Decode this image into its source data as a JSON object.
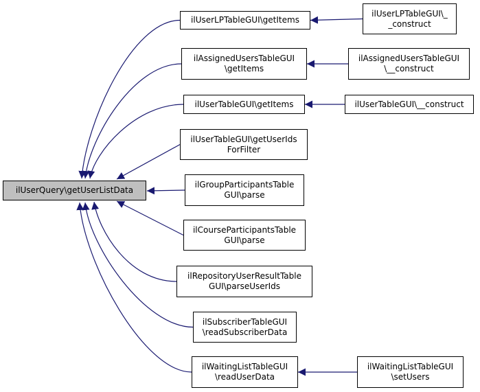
{
  "root": {
    "label": "ilUserQuery\\getUserListData"
  },
  "callers": [
    {
      "id": "lp_getitems",
      "label": "ilUserLPTableGUI\\getItems"
    },
    {
      "id": "assigned_getitems",
      "label": "ilAssignedUsersTableGUI\n\\getItems"
    },
    {
      "id": "user_getitems",
      "label": "ilUserTableGUI\\getItems"
    },
    {
      "id": "user_getuserids",
      "label": "ilUserTableGUI\\getUserIds\nForFilter"
    },
    {
      "id": "group_parse",
      "label": "ilGroupParticipantsTable\nGUI\\parse"
    },
    {
      "id": "course_parse",
      "label": "ilCourseParticipantsTable\nGUI\\parse"
    },
    {
      "id": "repo_parse",
      "label": "ilRepositoryUserResultTable\nGUI\\parseUserIds"
    },
    {
      "id": "subscriber_read",
      "label": "ilSubscriberTableGUI\n\\readSubscriberData"
    },
    {
      "id": "waiting_read",
      "label": "ilWaitingListTableGUI\n\\readUserData"
    }
  ],
  "second_level": [
    {
      "id": "lp_construct",
      "label": "ilUserLPTableGUI\\_\n_construct",
      "calls": "lp_getitems"
    },
    {
      "id": "assigned_construct",
      "label": "ilAssignedUsersTableGUI\n\\__construct",
      "calls": "assigned_getitems"
    },
    {
      "id": "user_construct",
      "label": "ilUserTableGUI\\__construct",
      "calls": "user_getitems"
    },
    {
      "id": "waiting_setusers",
      "label": "ilWaitingListTableGUI\n\\setUsers",
      "calls": "waiting_read"
    }
  ],
  "colors": {
    "edge": "#191970",
    "root_fill": "#bfbfbf",
    "node_fill": "#ffffff",
    "border": "#000000"
  }
}
